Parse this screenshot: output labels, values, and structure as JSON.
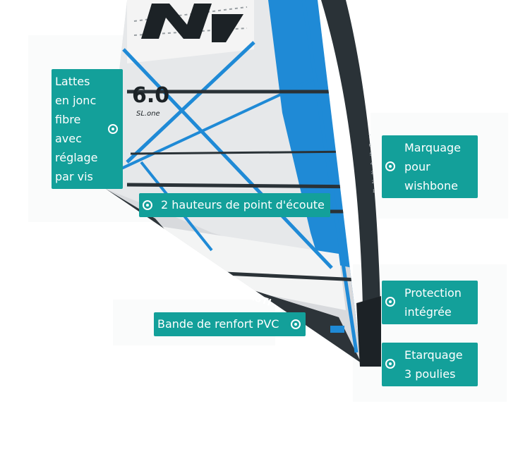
{
  "image": {
    "brand_mark": "NAUTI",
    "size_number": "6.0",
    "model_name": "SL.one",
    "mast_scale": [
      "7",
      "6",
      "5",
      "4",
      "3",
      "2",
      "1"
    ],
    "colors": {
      "sail_blue": "#1f8ad6",
      "mast_dark": "#2a3237",
      "label_teal": "#13a09a"
    }
  },
  "hotspots": [
    {
      "id": "battens",
      "text": "Lattes\nen jonc\nfibre\navec\nréglage\npar vis",
      "icon": "target-icon"
    },
    {
      "id": "clew",
      "text": "2 hauteurs de point d'écoute",
      "icon": "target-icon"
    },
    {
      "id": "wishbone",
      "text": "Marquage\npour\nwishbone",
      "icon": "target-icon"
    },
    {
      "id": "protection",
      "text": "Protection\nintégrée",
      "icon": "target-icon"
    },
    {
      "id": "pvc",
      "text": "Bande de renfort PVC",
      "icon": "target-icon"
    },
    {
      "id": "pulleys",
      "text": "Etarquage\n3 poulies",
      "icon": "target-icon"
    }
  ]
}
